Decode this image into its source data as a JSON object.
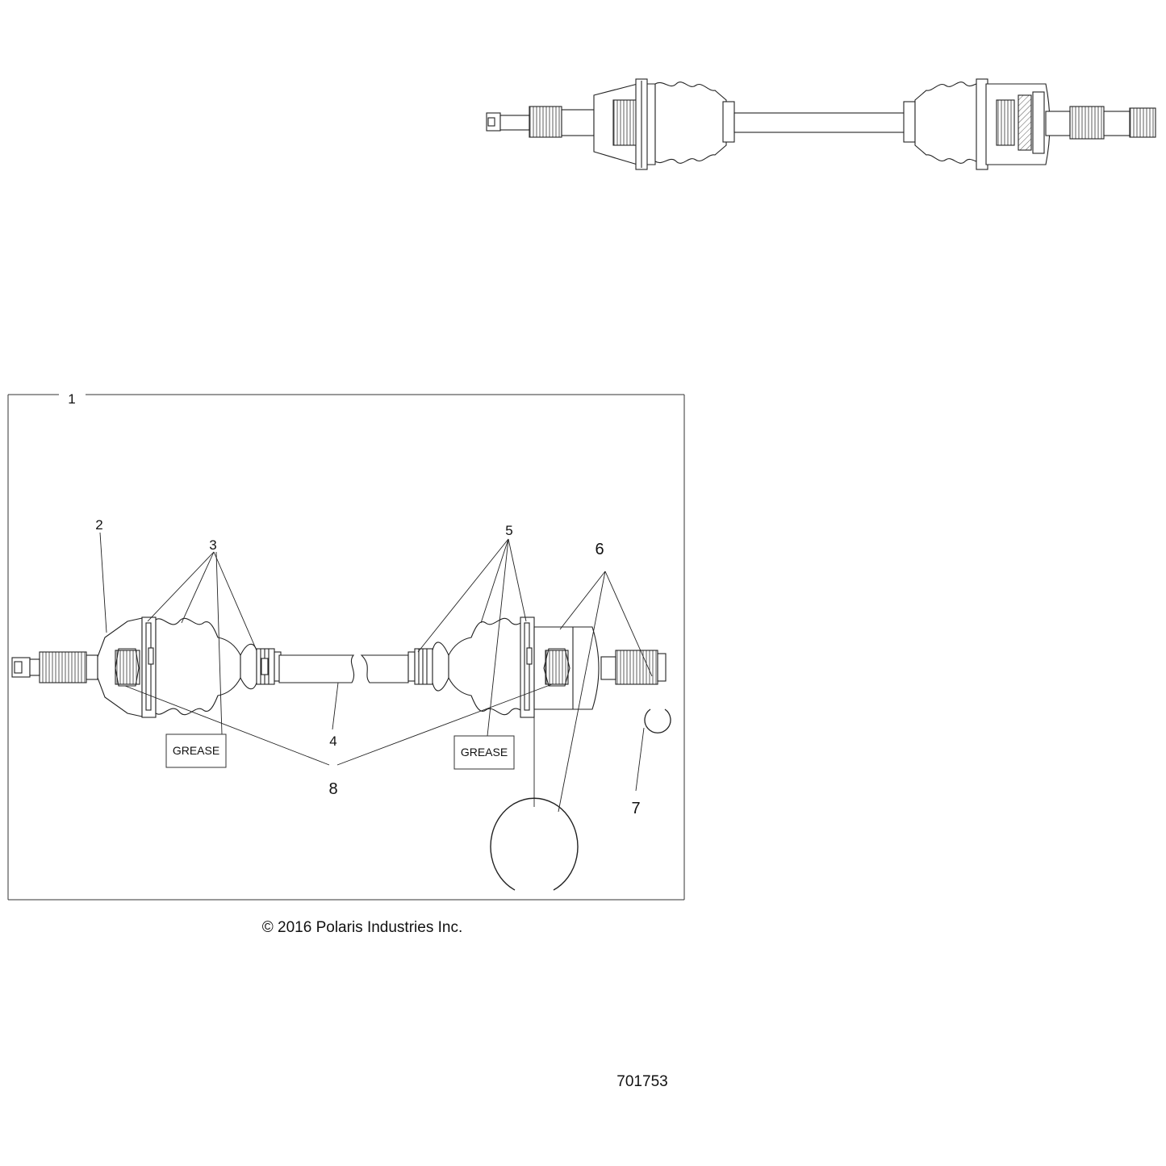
{
  "callouts": {
    "c1": "1",
    "c2": "2",
    "c3": "3",
    "c4": "4",
    "c5": "5",
    "c6": "6",
    "c7": "7",
    "c8": "8"
  },
  "grease_labels": [
    "GREASE",
    "GREASE"
  ],
  "copyright": "© 2016 Polaris Industries Inc.",
  "drawing_number": "701753"
}
